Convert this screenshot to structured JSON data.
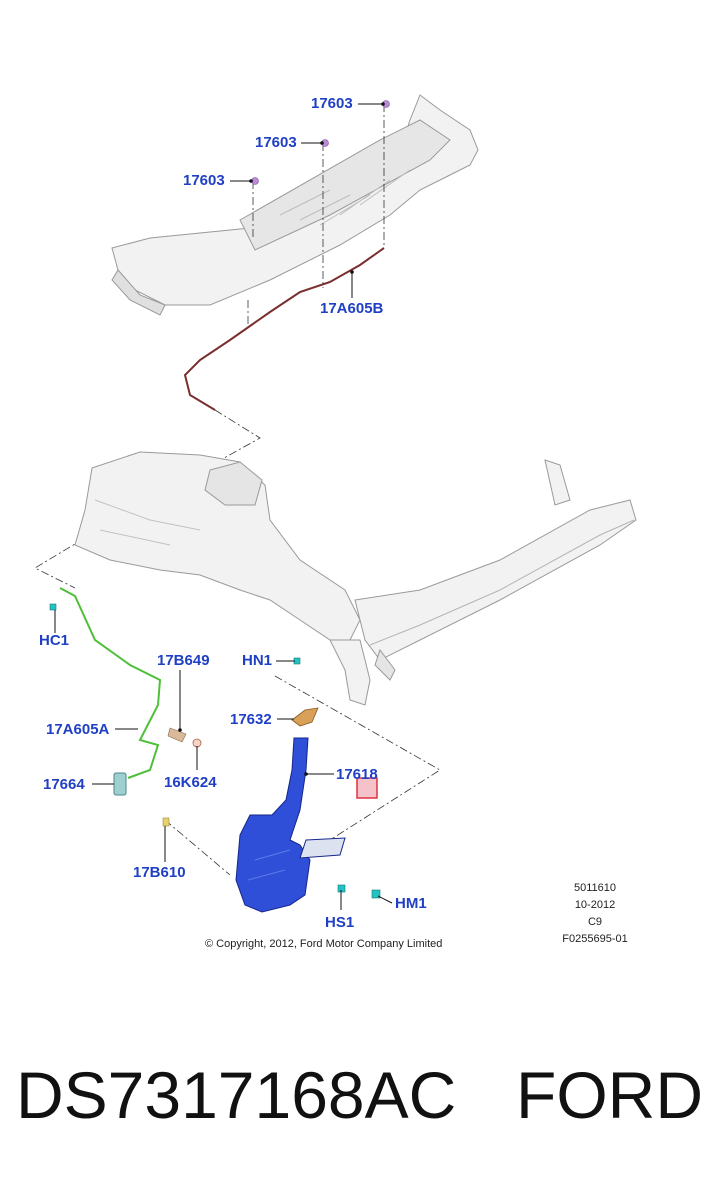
{
  "callouts": {
    "c17603_a": "17603",
    "c17603_b": "17603",
    "c17603_c": "17603",
    "c17a605b": "17A605B",
    "chc1": "HC1",
    "chn1": "HN1",
    "c17b649": "17B649",
    "c17632": "17632",
    "c17a605a": "17A605A",
    "c17618": "17618",
    "c16k624": "16K624",
    "c17664": "17664",
    "c17b610": "17B610",
    "chs1": "HS1",
    "chm1": "HM1"
  },
  "meta": {
    "line1": "5011610",
    "line2": "10-2012",
    "line3": "C9",
    "line4": "F0255695-01"
  },
  "copyright": "© Copyright, 2012, Ford Motor Company Limited",
  "footer": {
    "part_number": "DS7317168AC",
    "brand": "FORD"
  },
  "colors": {
    "callout_text": "#1f3fc4",
    "reservoir": "#2f4fd8",
    "rear_hose": "#7a2e2e",
    "front_hose": "#4fbf3a",
    "clip_purple": "#b98ad6",
    "connector_teal": "#22c3c3",
    "cap_orange": "#d9a05a",
    "marker_red": "#e03040"
  }
}
